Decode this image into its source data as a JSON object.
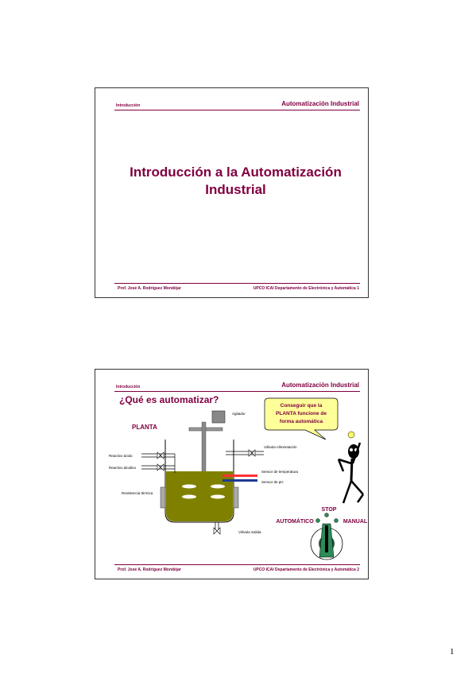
{
  "slide1": {
    "header_left": "Introducción",
    "header_right": "Automatización Industrial",
    "title_line1": "Introducción a la Automatización",
    "title_line2": "Industrial",
    "footer_left": "Prof. José A. Rodríguez Mondéjar",
    "footer_right": "UPCO ICAI Departamento de Electrónica y Automática 1"
  },
  "slide2": {
    "header_left": "Introducción",
    "header_right": "Automatización Industrial",
    "title": "¿Qué es automatizar?",
    "planta_label": "PLANTA",
    "agitador": "Agitador",
    "valvula_alimentacion": "Válvula Alimentación",
    "reactivo_acido": "Reactivo ácido",
    "reactivo_alcalino": "Reactivo alcalino",
    "sensor_temperatura": "Sensor de temperatura",
    "sensor_ph": "Sensor de pH",
    "resistencia_termica": "Resistencia térmica",
    "valvula_salida": "Válvula Salida",
    "bubble_line1": "Conseguir que la",
    "bubble_line2": "PLANTA funcione de",
    "bubble_line3": "forma automática",
    "stop": "STOP",
    "automatico": "AUTOMÁTICO",
    "manual": "MANUAL",
    "footer_left": "Prof. José A. Rodríguez Mondéjar",
    "footer_right": "UPCO ICAI Departamento de Electrónica y Automática 2"
  },
  "page_number": "1",
  "colors": {
    "accent": "#800040",
    "tank_fill": "#808000",
    "bubble_fill": "#ffff99",
    "knob_green": "#2e8b57"
  }
}
